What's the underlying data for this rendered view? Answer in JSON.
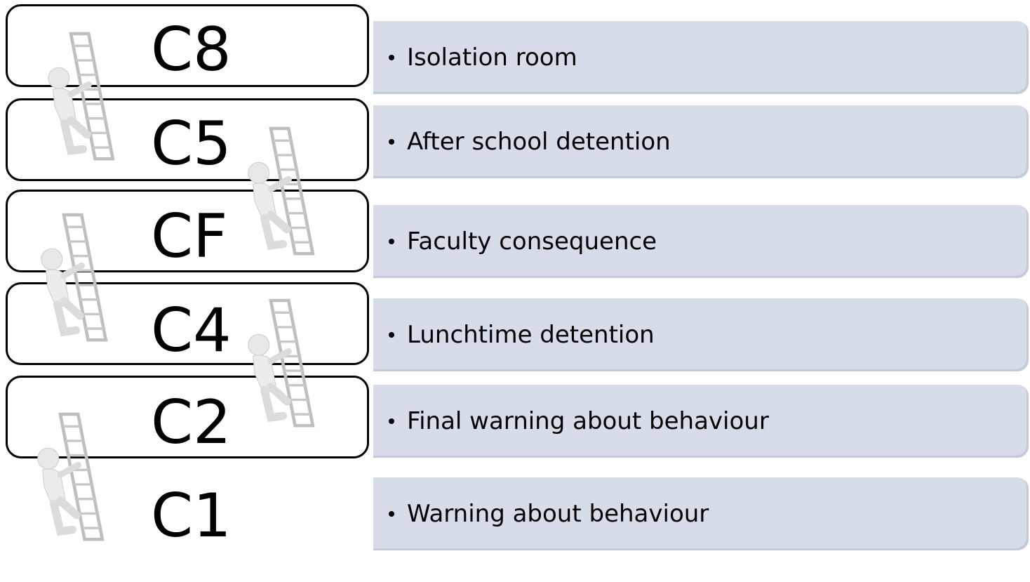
{
  "levels": [
    {
      "code": "C8",
      "description": "Isolation room"
    },
    {
      "code": "C5",
      "description": "After school detention"
    },
    {
      "code": "CF",
      "description": "Faculty consequence"
    },
    {
      "code": "C4",
      "description": "Lunchtime detention"
    },
    {
      "code": "C2",
      "description": "Final warning about behaviour"
    },
    {
      "code": "C1",
      "description": "Warning about behaviour"
    }
  ],
  "icons": {
    "ladder": "ladder-climber-icon"
  },
  "colors": {
    "description_fill": "#d6dce8",
    "outline": "#000000"
  }
}
